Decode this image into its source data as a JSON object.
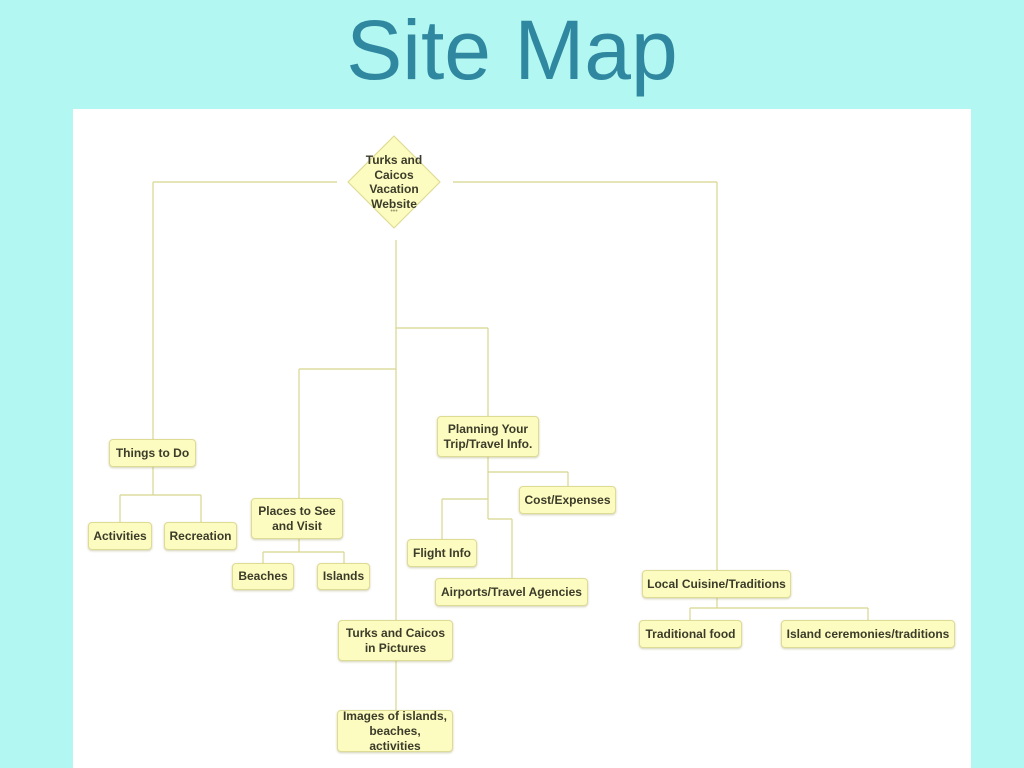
{
  "title": "Site Map",
  "root": {
    "label": "Turks and Caicos Vacation Website",
    "dots": "•••"
  },
  "nodes": {
    "things_to_do": "Things to Do",
    "activities": "Activities",
    "recreation": "Recreation",
    "places_to_see": "Places to See and Visit",
    "beaches": "Beaches",
    "islands": "Islands",
    "planning": "Planning Your Trip/Travel Info.",
    "cost_expenses": "Cost/Expenses",
    "flight_info": "Flight Info",
    "airports_agencies": "Airports/Travel Agencies",
    "pictures": "Turks and Caicos in Pictures",
    "images": "Images of islands, beaches, activities",
    "local_cuisine": "Local Cuisine/Traditions",
    "traditional_food": "Traditional food",
    "island_ceremonies": "Island ceremonies/traditions"
  },
  "colors": {
    "background": "#b2f7f1",
    "title": "#2f87a0",
    "node_fill": "#fdfcc0",
    "node_border": "#dedb95",
    "connector": "#d8d58e"
  }
}
